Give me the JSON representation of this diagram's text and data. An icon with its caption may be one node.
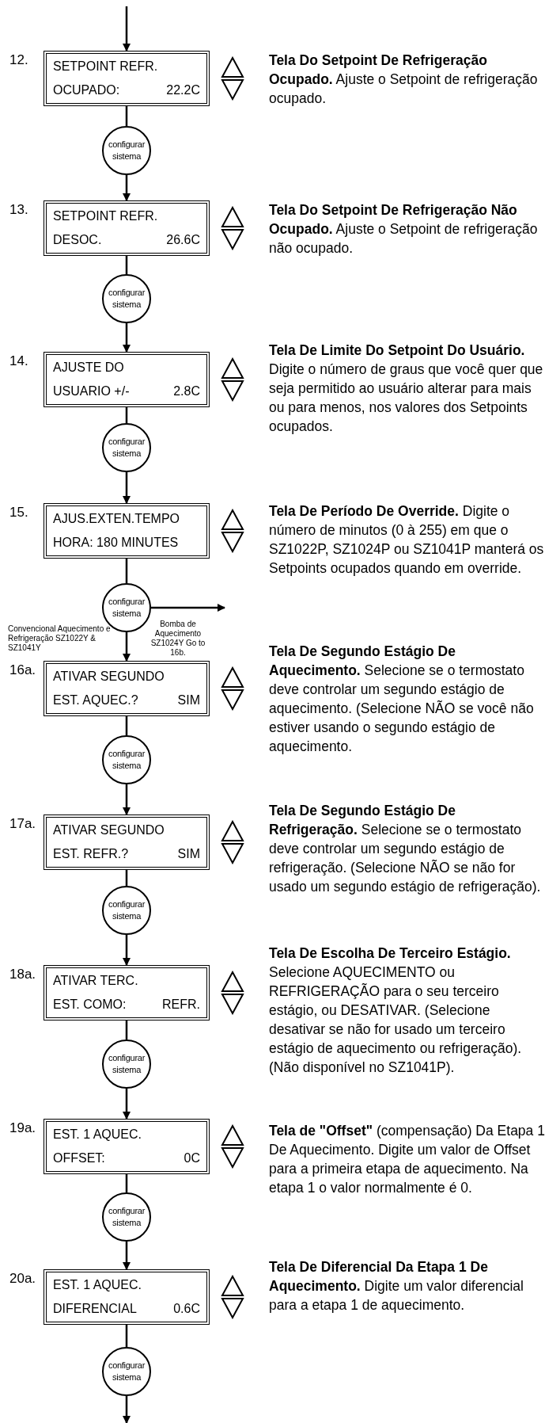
{
  "diagram": {
    "nodes": [
      {
        "text": [
          "SETPOINT REFR.",
          "OCUPADO:",
          "22.2C"
        ],
        "beside": [
          "12."
        ]
      },
      {
        "text": [
          "configurar sistema"
        ]
      },
      {
        "text": [
          "SETPOINT REFR.",
          "DESOC.",
          "26.6C"
        ],
        "beside": [
          "13."
        ]
      },
      {
        "text": [
          "configurar sistema"
        ]
      },
      {
        "text": [
          "AJUSTE DO",
          "USUARIO +/-",
          "2.8C"
        ],
        "beside": [
          "14."
        ]
      },
      {
        "text": [
          "configurar sistema"
        ]
      },
      {
        "text": [
          "AJUS.EXTEN.TEMPO",
          "HORA: 180 MINUTES"
        ],
        "beside": [
          "15."
        ]
      },
      {
        "text": [
          "configurar sistema"
        ]
      },
      {
        "text": [
          "ATIVAR SEGUNDO",
          "EST. AQUEC.?",
          "SIM"
        ],
        "beside": [
          "16a."
        ]
      },
      {
        "text": [
          "configurar sistema"
        ]
      },
      {
        "text": [
          "ATIVAR SEGUNDO",
          "EST. REFR.?",
          "SIM"
        ],
        "beside": [
          "17a."
        ]
      },
      {
        "text": [
          "configurar sistema"
        ]
      },
      {
        "text": [
          "ATIVAR TERC.",
          "EST. COMO:",
          "REFR."
        ],
        "beside": [
          "18a."
        ]
      },
      {
        "text": [
          "configurar sistema"
        ]
      },
      {
        "text": [
          "EST. 1 AQUEC.",
          "OFFSET:",
          "0C"
        ],
        "beside": [
          "19a."
        ]
      },
      {
        "text": [
          "configurar sistema"
        ]
      },
      {
        "text": [
          "EST. 1 AQUEC.",
          "DIFERENCIAL",
          "0.6C"
        ],
        "beside": [
          "20a."
        ]
      },
      {
        "text": [
          "configurar sistema"
        ]
      }
    ],
    "edges": [
      {
        "from": null,
        "to": 0,
        "arrow": "to"
      },
      {
        "from": 0,
        "to": 1,
        "arrow": "none"
      },
      {
        "from": 1,
        "to": 2,
        "arrow": "to"
      },
      {
        "from": 2,
        "to": 3,
        "arrow": "none"
      },
      {
        "from": 3,
        "to": 4,
        "arrow": "to"
      },
      {
        "from": 4,
        "to": 5,
        "arrow": "none"
      },
      {
        "from": 5,
        "to": 6,
        "arrow": "to"
      },
      {
        "from": 6,
        "to": 7,
        "arrow": "none"
      },
      {
        "from": 7,
        "to": null,
        "arrow": "to",
        "label": "Bomba de Aquecimento SZ1024Y Go to 16b."
      },
      {
        "from": 7,
        "to": 8,
        "arrow": "to",
        "label": "Convencional Aquecimento e Refrigeração SZ1022Y & SZ1041Y"
      },
      {
        "from": 8,
        "to": 9,
        "arrow": "none"
      },
      {
        "from": 9,
        "to": 10,
        "arrow": "to"
      },
      {
        "from": 10,
        "to": 11,
        "arrow": "none"
      },
      {
        "from": 11,
        "to": 12,
        "arrow": "to"
      },
      {
        "from": 12,
        "to": 13,
        "arrow": "none"
      },
      {
        "from": 13,
        "to": 14,
        "arrow": "to"
      },
      {
        "from": 14,
        "to": 15,
        "arrow": "none"
      },
      {
        "from": 15,
        "to": 16,
        "arrow": "to"
      },
      {
        "from": 16,
        "to": 17,
        "arrow": "none"
      },
      {
        "from": 17,
        "to": null,
        "arrow": "to"
      }
    ],
    "labels": [
      "**Tela Do Setpoint De Refrigeração Ocupado.** Ajuste o Setpoint de refrigeração ocupado.",
      "**Tela Do Setpoint De Refrigeração Não Ocupado.** Ajuste o Setpoint de refrigeração não ocupado.",
      "**Tela De Limite Do Setpoint Do Usuário.** Digite o número de graus que você quer que seja permitido ao usuário alterar para mais ou para menos, nos valores dos Setpoints ocupados.",
      "**Tela De Período De Override.** Digite o número de minutos (0 à 255) em que o SZ1022P, SZ1024P ou SZ1041P manterá os Setpoints ocupados quando em override.",
      "**Tela De Segundo Estágio De Aquecimento.** Selecione se o termostato deve controlar um segundo estágio de aquecimento. (Selecione NÃO se você não estiver usando o segundo estágio de aquecimento.",
      "**Tela De Segundo Estágio De Refrigeração.** Selecione se o termostato deve controlar um segundo estágio de refrigeração. (Selecione NÃO se não for usado um segundo estágio de refrigeração).",
      "**Tela De Escolha De Terceiro Estágio.** Selecione AQUECIMENTO ou REFRIGERAÇÃO para o seu terceiro estágio, ou DESATIVAR. (Selecione desativar se não for usado um terceiro estágio de aquecimento ou refrigeração). (Não disponível no SZ1041P).",
      "**Tela de \"Offset\"** (compensação) Da Etapa 1 De Aquecimento. Digite um valor de Offset para a primeira etapa de aquecimento. Na etapa 1 o valor normalmente é 0.",
      "**Tela De Diferencial Da Etapa 1 De Aquecimento.** Digite um valor diferencial para a etapa 1 de aquecimento."
    ]
  }
}
